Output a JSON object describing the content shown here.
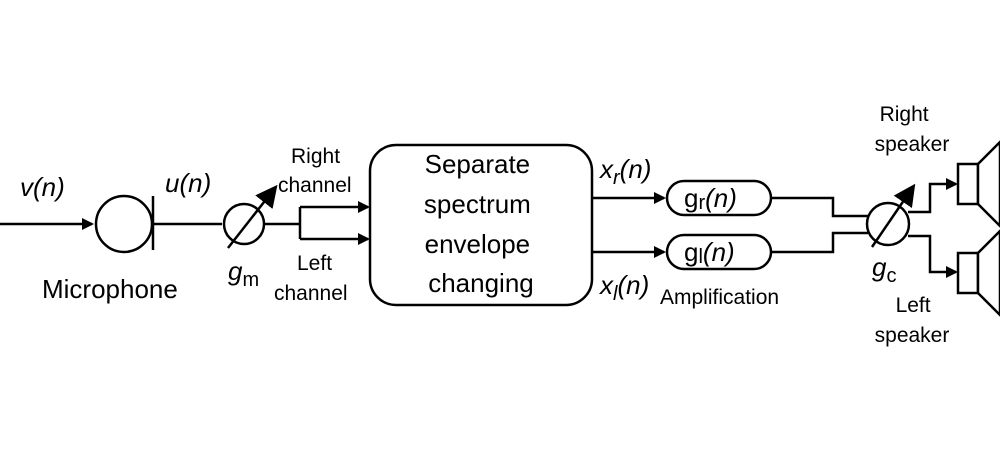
{
  "labels": {
    "input_signal": "v(n)",
    "mic_signal": "u(n)",
    "microphone": "Microphone",
    "mic_gain": {
      "main": "g",
      "sub": "m"
    },
    "right_channel": [
      "Right",
      "channel"
    ],
    "left_channel": [
      "Left",
      "channel"
    ],
    "block": [
      "Separate",
      "spectrum",
      "envelope",
      "changing"
    ],
    "out_right": {
      "main": "x",
      "sub": "r",
      "rest": "(n)"
    },
    "out_left": {
      "main": "x",
      "sub": "l",
      "rest": "(n)"
    },
    "gain_right": {
      "main": "g",
      "sub": "r",
      "rest": "(n)"
    },
    "gain_left": {
      "main": "g",
      "sub": "l",
      "rest": "(n)"
    },
    "amplification": "Amplification",
    "speaker_gain": {
      "main": "g",
      "sub": "c"
    },
    "right_speaker": [
      "Right",
      "speaker"
    ],
    "left_speaker": [
      "Left",
      "speaker"
    ]
  }
}
